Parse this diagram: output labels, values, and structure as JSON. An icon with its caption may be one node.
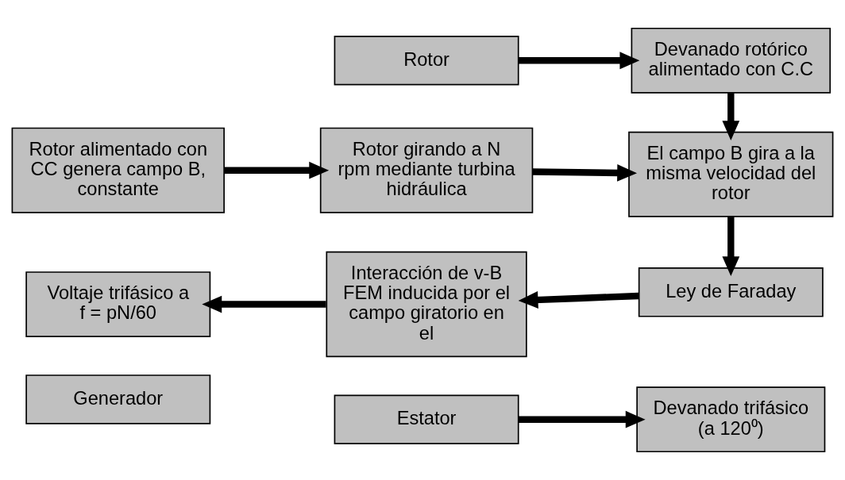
{
  "diagram": {
    "nodes": [
      {
        "text": [
          "Generador"
        ]
      },
      {
        "text": [
          "Estator"
        ]
      },
      {
        "text": [
          "Rotor"
        ]
      },
      {
        "text": [
          "Devanado trifásico (a 120⁰)"
        ]
      },
      {
        "text": [
          "Devanado rotórico alimentado con C.C"
        ]
      },
      {
        "text": [
          "Rotor alimentado con CC genera campo B, constante"
        ]
      },
      {
        "text": [
          "Rotor girando a N rpm mediante turbina hidráulica"
        ]
      },
      {
        "text": [
          "El campo B gira a la misma velocidad del rotor"
        ]
      },
      {
        "text": [
          "Ley de Faraday"
        ]
      },
      {
        "text": [
          "Interacción de v-B FEM inducida por el campo giratorio en el"
        ]
      },
      {
        "text": [
          "Voltaje trifásico a f = pN/60"
        ]
      }
    ],
    "edges": [
      {
        "from": 1,
        "to": 3,
        "arrow": "to"
      },
      {
        "from": 2,
        "to": 4,
        "arrow": "to"
      },
      {
        "from": 4,
        "to": 7,
        "arrow": "to"
      },
      {
        "from": 5,
        "to": 6,
        "arrow": "to"
      },
      {
        "from": 6,
        "to": 7,
        "arrow": "to"
      },
      {
        "from": 7,
        "to": 8,
        "arrow": "to"
      },
      {
        "from": 8,
        "to": 9,
        "arrow": "to"
      },
      {
        "from": 9,
        "to": 10,
        "arrow": "to"
      }
    ]
  }
}
